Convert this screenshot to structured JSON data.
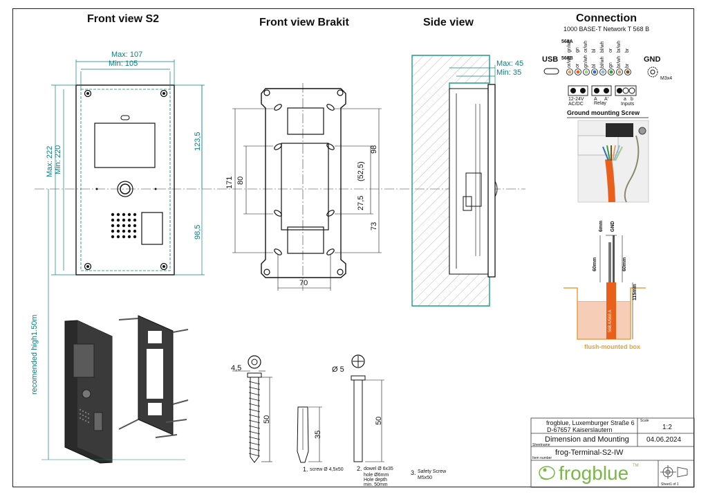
{
  "titles": {
    "front_s2": "Front view S2",
    "front_brakit": "Front view Brakit",
    "side": "Side view",
    "connection": "Connection"
  },
  "front_s2_dims": {
    "max_width": "Max: 107",
    "min_width": "Min: 105",
    "max_height": "Max: 222",
    "min_height": "Min: 220",
    "upper": "123,5",
    "lower": "98,5"
  },
  "brakit_dims": {
    "outer_height": "171",
    "inner_height": "80",
    "right_top": "98",
    "right_mid": "(52,5)",
    "right_low": "27,5",
    "right_bottom": "73",
    "bottom_width": "70"
  },
  "side_dims": {
    "max_depth": "Max: 45",
    "min_depth": "Min: 35"
  },
  "install_height": "recomended high1.50m",
  "connection": {
    "network": "1000 BASE-T Network T 568 B",
    "row_568a": "568A",
    "row_568b": "568B",
    "usb": "USB",
    "gnd": "GND",
    "gnd_size": "M3x4",
    "wires_a": [
      "gn/wh",
      "gn",
      "or/wh",
      "bl",
      "bl/wh",
      "or",
      "br/wh",
      "br"
    ],
    "wires_b": [
      "or/wh",
      "or",
      "gn/wh",
      "bl",
      "bl/wh",
      "gn",
      "br/wh",
      "br"
    ],
    "power_label": "12-24V AC/DC",
    "relay_label": "Relay",
    "relay_a": "A",
    "relay_b": "A'",
    "inputs_label": "Inputs",
    "inputs_a": "a",
    "inputs_b": "b",
    "ground_screw": "Ground mounting Screw"
  },
  "flush_box": {
    "label_6mm": "6mm",
    "label_gnd": "GND",
    "label_60mm_left": "60mm",
    "label_60mm_right": "60mm",
    "label_115mm": "115mm",
    "cable_text": "568 A/568 A",
    "box_label": "flush-mounted box"
  },
  "parts": {
    "screw_d": "4,5",
    "screw_len": "50",
    "dowel_len": "35",
    "pin_d": "Ø 5",
    "pin_len": "50",
    "item1_num": "1.",
    "item1": "screw Ø 4,5x50",
    "item2_num": "2.",
    "item2_l1": "dowel Ø 6x35",
    "item2_l2": "hole Ø6mm",
    "item2_l3": "Hole depth",
    "item2_l4": "min. 50mm",
    "item3_num": "3.",
    "item3_l1": "Safety Screw",
    "item3_l2": "M5x50"
  },
  "title_block": {
    "company_l1": "frogblue, Luxemburger Straße 6",
    "company_l2": "D-67657 Kaiserslautern",
    "scale_label": "Scale",
    "scale": "1:2",
    "sheetname_label": "Sheetname",
    "sheetname": "Dimension and Mounting",
    "date": "04.06.2024",
    "item_label": "Item number",
    "item": "frog-Terminal-S2-IW",
    "brand": "frogblue",
    "tm": "TM",
    "sheet": "Sheet1 of 1"
  },
  "colors": {
    "dimension": "#0a7d7d",
    "side_wall": "#1a9a8a",
    "orange_cable": "#e8601c",
    "box_fill": "#f6cdb6",
    "brand_green": "#7ab648"
  }
}
